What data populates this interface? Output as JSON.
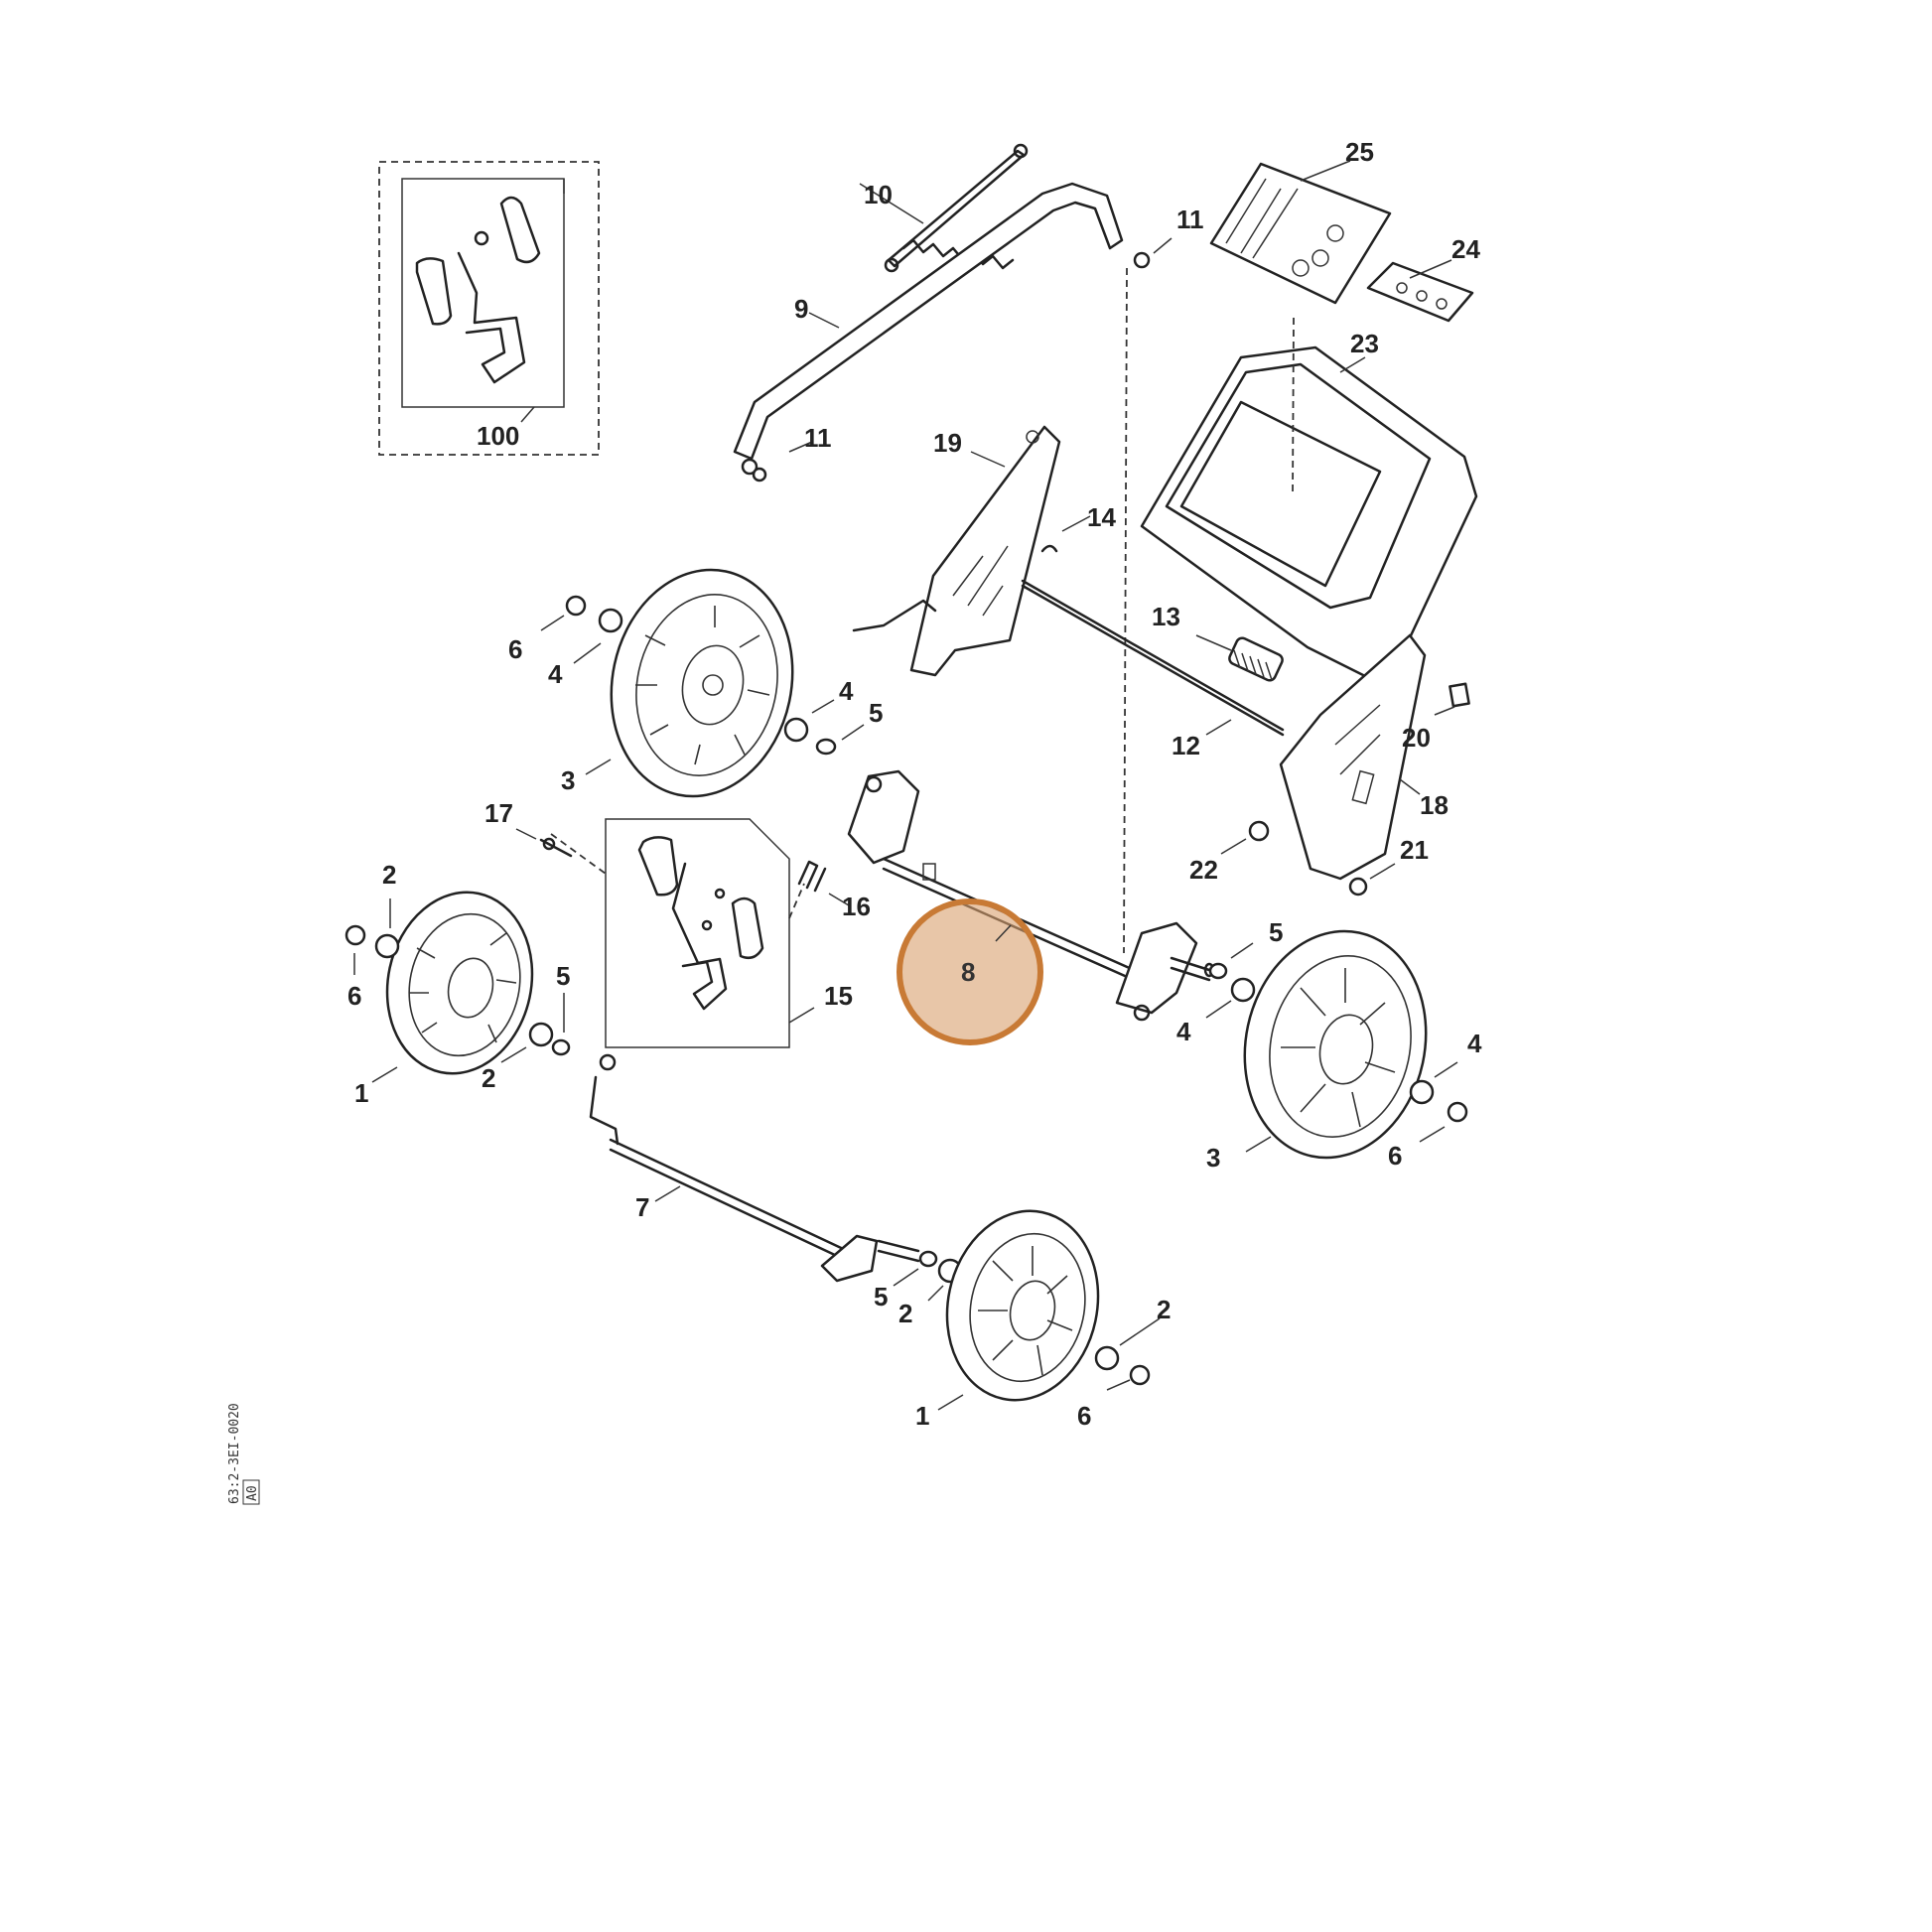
{
  "callouts": {
    "c1a": "1",
    "c1b": "1",
    "c2a": "2",
    "c2b": "2",
    "c2c": "2",
    "c2d": "2",
    "c3a": "3",
    "c3b": "3",
    "c4a": "4",
    "c4b": "4",
    "c4c": "4",
    "c4d": "4",
    "c5a": "5",
    "c5b": "5",
    "c5c": "5",
    "c5d": "5",
    "c6a": "6",
    "c6b": "6",
    "c6c": "6",
    "c6d": "6",
    "c7": "7",
    "c8": "8",
    "c9": "9",
    "c10": "10",
    "c11a": "11",
    "c11b": "11",
    "c12": "12",
    "c13": "13",
    "c14": "14",
    "c15": "15",
    "c16": "16",
    "c17": "17",
    "c18": "18",
    "c19": "19",
    "c20": "20",
    "c21": "21",
    "c22": "22",
    "c23": "23",
    "c24": "24",
    "c25": "25",
    "c100": "100"
  },
  "highlight": {
    "color": "#c87a35",
    "fill": "#d9a06e",
    "part": "8"
  },
  "drawing_code": "63:2-3EI-0020",
  "drawing_code_line2": "A0"
}
